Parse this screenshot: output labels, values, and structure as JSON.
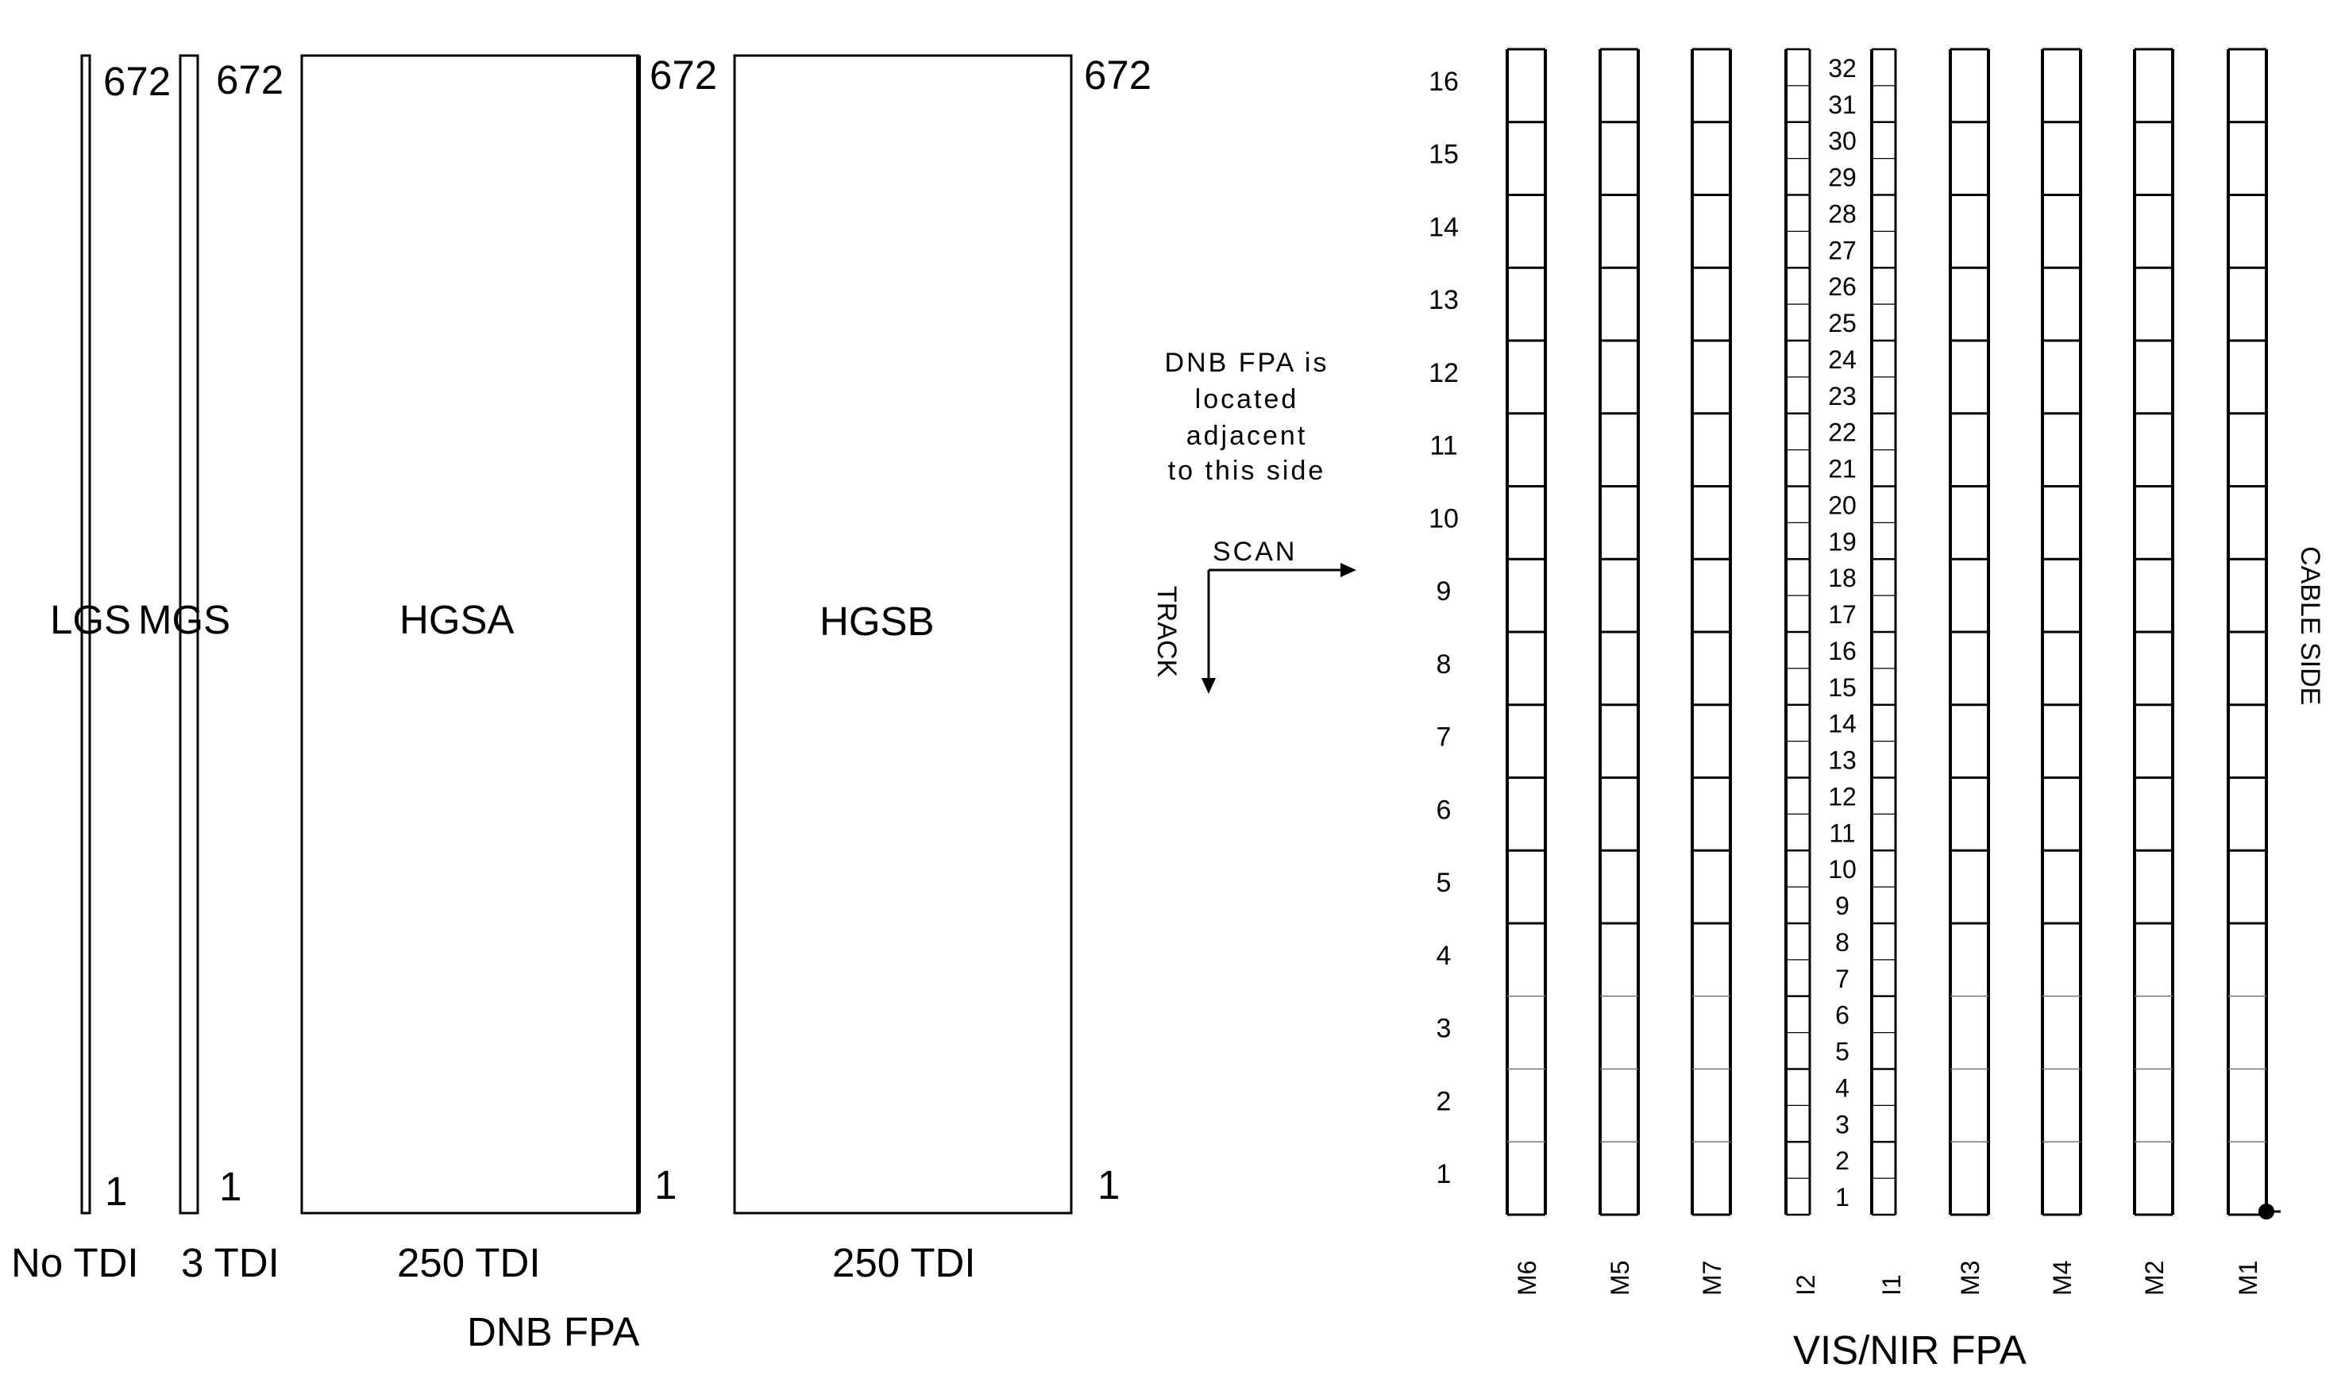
{
  "dnb": {
    "label": "DNB FPA",
    "top_pixel_label": "672",
    "bottom_pixel_label": "1",
    "arrays": [
      {
        "name": "LGS",
        "tdi": "No TDI"
      },
      {
        "name": "MGS",
        "tdi": "3 TDI"
      },
      {
        "name": "HGSA",
        "tdi": "250 TDI"
      },
      {
        "name": "HGSB",
        "tdi": "250 TDI"
      }
    ]
  },
  "note": {
    "lines": [
      "DNB FPA is",
      "located",
      "adjacent",
      "to this side"
    ]
  },
  "axes": {
    "scan": "SCAN",
    "track": "TRACK"
  },
  "vis": {
    "label": "VIS/NIR FPA",
    "cable_side": "CABLE SIDE",
    "m_detector_numbers": [
      "1",
      "2",
      "3",
      "4",
      "5",
      "6",
      "7",
      "8",
      "9",
      "10",
      "11",
      "12",
      "13",
      "14",
      "15",
      "16"
    ],
    "i_detector_numbers": [
      "1",
      "2",
      "3",
      "4",
      "5",
      "6",
      "7",
      "8",
      "9",
      "10",
      "11",
      "12",
      "13",
      "14",
      "15",
      "16",
      "17",
      "18",
      "19",
      "20",
      "21",
      "22",
      "23",
      "24",
      "25",
      "26",
      "27",
      "28",
      "29",
      "30",
      "31",
      "32"
    ],
    "bands": [
      {
        "name": "M6",
        "kind": "M"
      },
      {
        "name": "M5",
        "kind": "M"
      },
      {
        "name": "M7",
        "kind": "M"
      },
      {
        "name": "I2",
        "kind": "I"
      },
      {
        "name": "I1",
        "kind": "I"
      },
      {
        "name": "M3",
        "kind": "M"
      },
      {
        "name": "M4",
        "kind": "M"
      },
      {
        "name": "M2",
        "kind": "M"
      },
      {
        "name": "M1",
        "kind": "M"
      }
    ]
  },
  "colors": {
    "line": "#000000",
    "background": "#ffffff"
  }
}
